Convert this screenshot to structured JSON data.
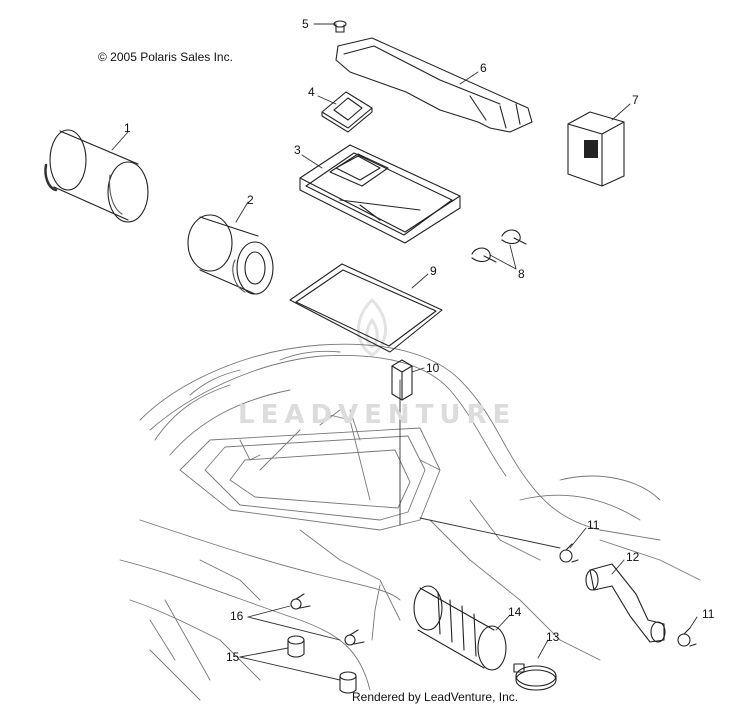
{
  "header": {
    "copyright": "© 2005 Polaris Sales Inc."
  },
  "footer": {
    "rendered_by": "Rendered by LeadVenture, Inc."
  },
  "watermark": {
    "text": "LEADVENTURE"
  },
  "callouts": [
    "1",
    "2",
    "3",
    "4",
    "5",
    "6",
    "7",
    "8",
    "9",
    "10",
    "11",
    "11",
    "12",
    "13",
    "14",
    "15",
    "16"
  ],
  "colors": {
    "line": "#222222",
    "body_line": "#888888",
    "watermark": "#dcdcdc"
  }
}
